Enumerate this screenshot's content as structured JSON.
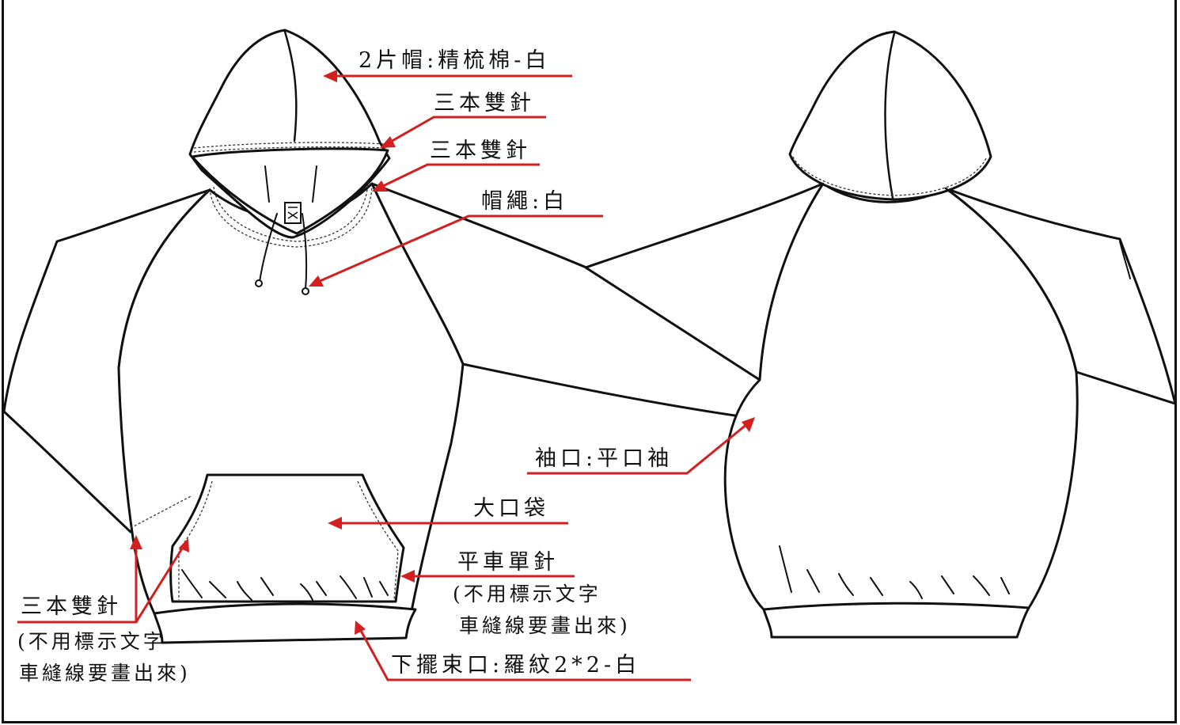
{
  "labels": {
    "hood": "2片帽:精梳棉-白",
    "hood_edge": "三本雙針",
    "neck_seam": "三本雙針",
    "drawcord": "帽繩:白",
    "cuff": "袖口:平口袖",
    "pocket": "大口袋",
    "pocket_edge": "平車單針",
    "pocket_note_1": "(不用標示文字",
    "pocket_note_2": "車縫線要畫出來)",
    "side_seam": "三本雙針",
    "side_note_1": "(不用標示文字",
    "side_note_2": "車縫線要畫出來)",
    "hem": "下擺束口:羅紋2*2-白"
  },
  "colors": {
    "leader": "#d21f1f",
    "outline": "#111111",
    "background": "#ffffff"
  }
}
